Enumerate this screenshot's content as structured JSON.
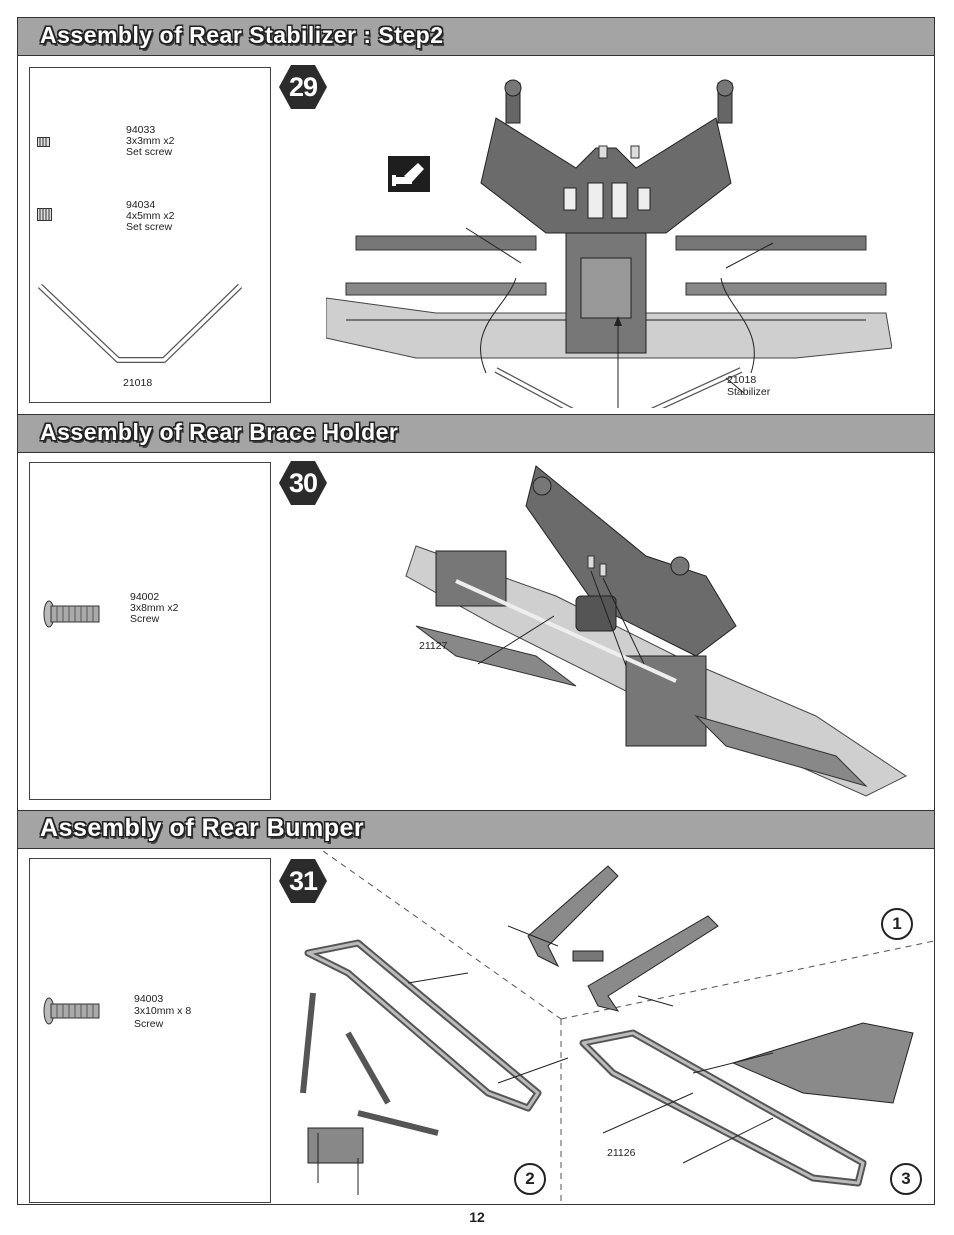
{
  "page_number": "12",
  "sections": [
    {
      "title": "Assembly of Rear Stabilizer : Step2",
      "step": "29",
      "parts": [
        {
          "code": "94033",
          "size": "3x3mm x2",
          "name": "Set screw"
        },
        {
          "code": "94034",
          "size": "4x5mm x2",
          "name": "Set screw"
        }
      ],
      "bar_part": "21018",
      "callout_code": "21018",
      "callout_name": "Stabilizer"
    },
    {
      "title": "Assembly of  Rear Brace Holder",
      "step": "30",
      "parts": [
        {
          "code": "94002",
          "size": "3x8mm x2",
          "name": "Screw"
        }
      ],
      "callout_code": "21127"
    },
    {
      "title": "Assembly of Rear Bumper",
      "step": "31",
      "parts": [
        {
          "code": "94003",
          "size": "3x10mm x 8",
          "name": "Screw"
        }
      ],
      "callout_code": "21126",
      "sub_steps": [
        "1",
        "2",
        "3"
      ]
    }
  ],
  "colors": {
    "header_bar": "#a4a4a4",
    "badge": "#2b2b2b",
    "line": "#333333"
  },
  "icons": [
    "set-screw-icon",
    "screw-icon",
    "hex-badge-icon",
    "threadlock-icon"
  ]
}
